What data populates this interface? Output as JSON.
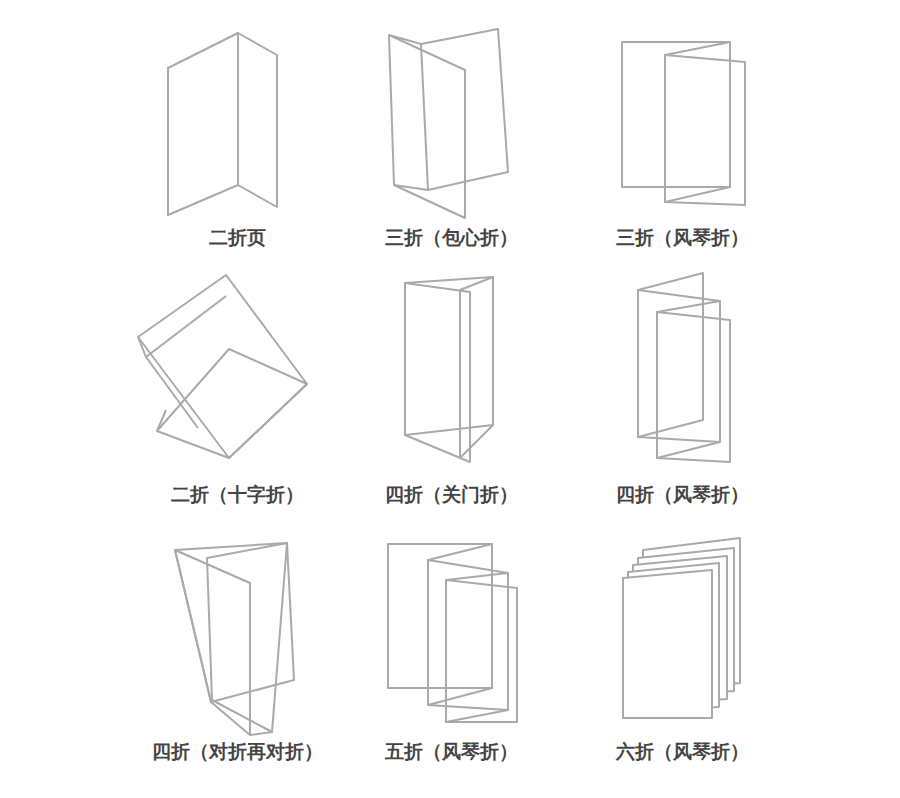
{
  "diagram": {
    "labels": [
      "二折页",
      "三折（包心折）",
      "三折（风琴折）",
      "二折（十字折）",
      "四折（关门折）",
      "四折（风琴折）",
      "四折（对折再对折）",
      "五折（风琴折）",
      "六折（风琴折）"
    ]
  }
}
